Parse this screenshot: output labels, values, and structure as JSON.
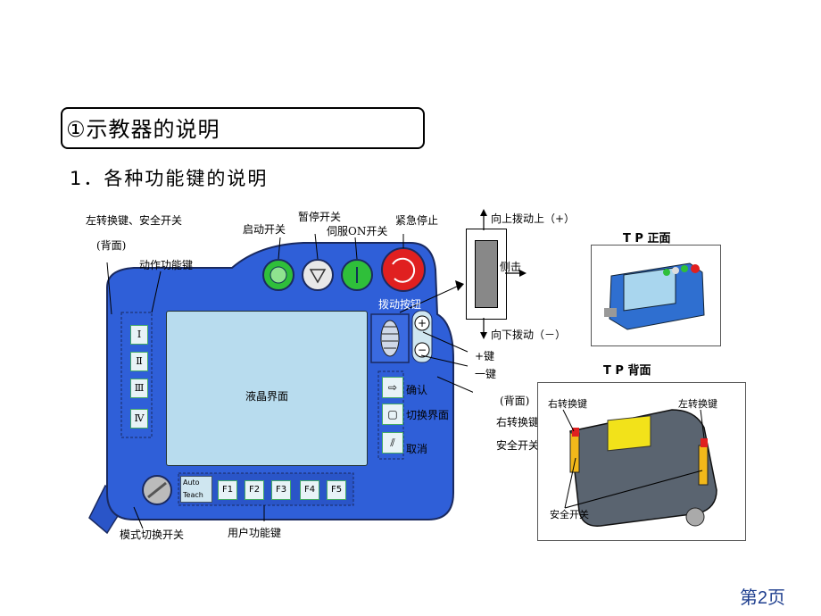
{
  "title": "①示教器的说明",
  "subtitle": "1．各种功能键的说明",
  "labels": {
    "left_switch_top": "左转换键、安全开关",
    "back_face": "(背面)",
    "action_keys": "动作功能键",
    "start_switch": "启动开关",
    "pause_switch": "暂停开关",
    "servo_on": "伺服ON开关",
    "emergency_stop": "紧急停止",
    "jog_dial": "拨动按钮",
    "up_dial": "向上拨动上（+）",
    "side_click": "侧击",
    "down_dial": "向下拨动（－）",
    "plus_key": "+键",
    "minus_key": "一键",
    "lcd": "液晶界面",
    "confirm": "确认",
    "switch_screen": "切换界面",
    "cancel": "取消",
    "back_face_right": "(背面)",
    "right_switch": "右转换键",
    "safety_switch": "安全开关",
    "mode_switch": "模式切换开关",
    "user_keys": "用户功能键",
    "tp_front": "T P 正面",
    "tp_back": "T P 背面",
    "photo_right_switch": "右转换键",
    "photo_left_switch": "左转换键",
    "photo_safety": "安全开关"
  },
  "keys": {
    "action": [
      "Ⅰ",
      "Ⅱ",
      "Ⅲ",
      "Ⅳ"
    ],
    "function": [
      "F1",
      "F2",
      "F3",
      "F4",
      "F5"
    ],
    "mode_auto": "Auto",
    "mode_teach": "Teach"
  },
  "page": "第2页",
  "colors": {
    "panel_blue": "#2f5fd8",
    "lcd": "#b8dcee",
    "green_button": "#2fbf3a",
    "red_button": "#e02020",
    "page_number": "#1f3f8f"
  }
}
